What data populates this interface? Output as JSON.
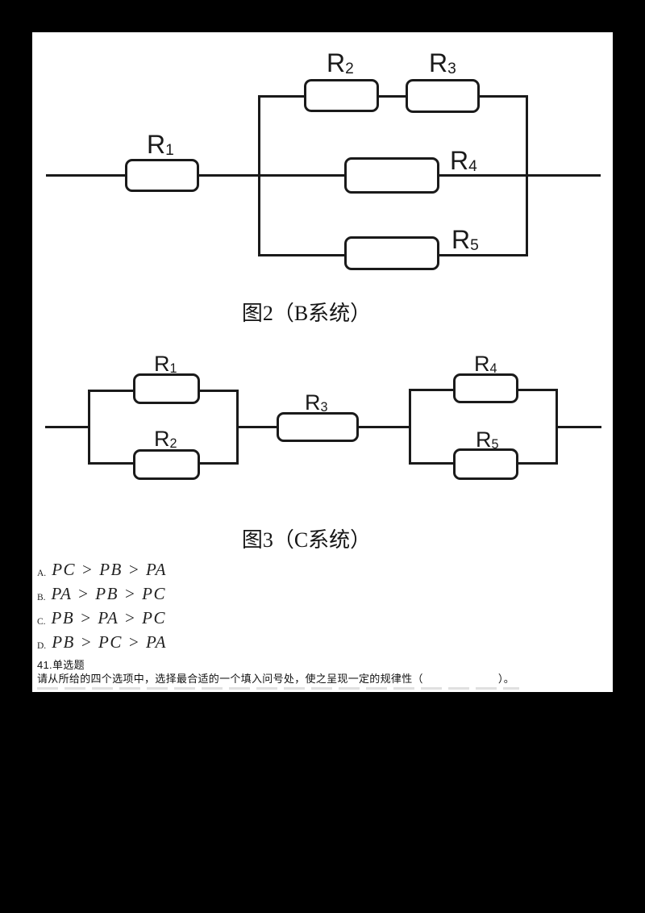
{
  "page": {
    "background": "#000000",
    "paper": "#ffffff",
    "ink": "#1a1a1a"
  },
  "figure_b": {
    "caption": "图2（B系统）",
    "resistors": [
      {
        "base": "R",
        "sub": "1"
      },
      {
        "base": "R",
        "sub": "2"
      },
      {
        "base": "R",
        "sub": "3"
      },
      {
        "base": "R",
        "sub": "4"
      },
      {
        "base": "R",
        "sub": "5"
      }
    ]
  },
  "figure_c": {
    "caption": "图3（C系统）",
    "resistors": [
      {
        "base": "R",
        "sub": "1"
      },
      {
        "base": "R",
        "sub": "2"
      },
      {
        "base": "R",
        "sub": "3"
      },
      {
        "base": "R",
        "sub": "4"
      },
      {
        "base": "R",
        "sub": "5"
      }
    ]
  },
  "options": [
    {
      "letter": "A.",
      "formula": "PC > PB > PA"
    },
    {
      "letter": "B.",
      "formula": "PA > PB > PC"
    },
    {
      "letter": "C.",
      "formula": "PB > PA > PC"
    },
    {
      "letter": "D.",
      "formula": "PB > PC > PA"
    }
  ],
  "question": {
    "number": "41.单选题",
    "prompt": "请从所给的四个选项中，选择最合适的一个填入问号处，使之呈现一定的规律性（　　　　　　　）。"
  }
}
